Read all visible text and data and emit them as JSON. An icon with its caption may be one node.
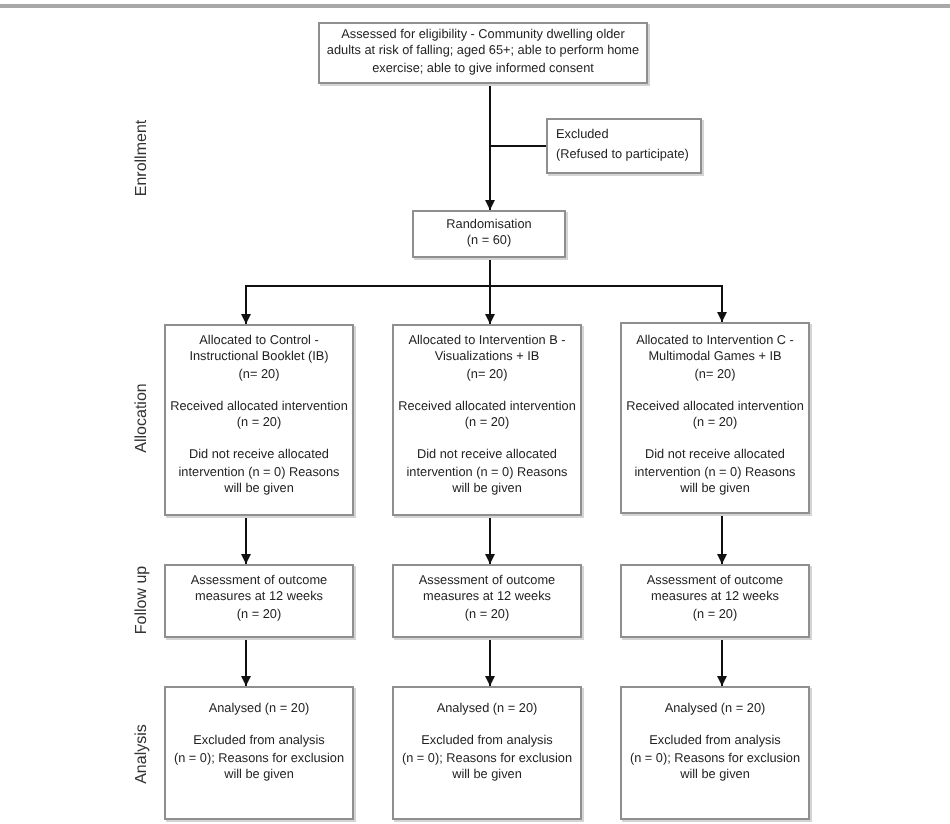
{
  "diagram": {
    "nodes": [
      {
        "text": [
          "Assessed for eligibility - Community dwelling older adults at risk of falling; aged 65+; able to perform home exercise; able to give informed consent"
        ]
      },
      {
        "text": [
          "Excluded",
          "(Refused to participate)"
        ]
      },
      {
        "text": [
          "Randomisation",
          "(n = 60)"
        ]
      },
      {
        "text": [
          "Allocated to Control - Instructional Booklet (IB)",
          "(n= 20)",
          "Received allocated intervention",
          "(n = 20)",
          "Did not receive allocated intervention (n = 0) Reasons will be given"
        ]
      },
      {
        "text": [
          "Allocated to Intervention B - Visualizations + IB",
          "(n= 20)",
          "Received allocated intervention",
          "(n = 20)",
          "Did not receive allocated intervention (n = 0) Reasons will be given"
        ]
      },
      {
        "text": [
          "Allocated to Intervention C - Multimodal Games + IB",
          "(n= 20)",
          "Received allocated intervention",
          "(n = 20)",
          "Did not receive allocated intervention (n = 0) Reasons will be given"
        ]
      },
      {
        "text": [
          "Assessment of outcome measures at 12 weeks",
          "(n = 20)"
        ]
      },
      {
        "text": [
          "Assessment of outcome measures at 12 weeks",
          "(n = 20)"
        ]
      },
      {
        "text": [
          "Assessment of outcome measures at 12 weeks",
          "(n = 20)"
        ]
      },
      {
        "text": [
          "Analysed (n = 20)",
          "Excluded from analysis",
          "(n = 0); Reasons for exclusion will be given"
        ]
      },
      {
        "text": [
          "Analysed (n = 20)",
          "Excluded from analysis",
          "(n = 0); Reasons for exclusion will be given"
        ]
      },
      {
        "text": [
          "Analysed (n = 20)",
          "Excluded from analysis",
          "(n = 0); Reasons for exclusion will be given"
        ]
      }
    ],
    "edges": [
      {
        "from": 0,
        "to": 1,
        "arrow": "none"
      },
      {
        "from": 0,
        "to": 2,
        "arrow": "to"
      },
      {
        "from": 2,
        "to": 3,
        "arrow": "to"
      },
      {
        "from": 2,
        "to": 4,
        "arrow": "to"
      },
      {
        "from": 2,
        "to": 5,
        "arrow": "to"
      },
      {
        "from": 3,
        "to": 6,
        "arrow": "to"
      },
      {
        "from": 4,
        "to": 7,
        "arrow": "to"
      },
      {
        "from": 5,
        "to": 8,
        "arrow": "to"
      },
      {
        "from": 6,
        "to": 9,
        "arrow": "to"
      },
      {
        "from": 7,
        "to": 10,
        "arrow": "to"
      },
      {
        "from": 8,
        "to": 11,
        "arrow": "to"
      }
    ],
    "labels": [
      "Enrollment",
      "Allocation",
      "Follow up",
      "Analysis"
    ]
  }
}
